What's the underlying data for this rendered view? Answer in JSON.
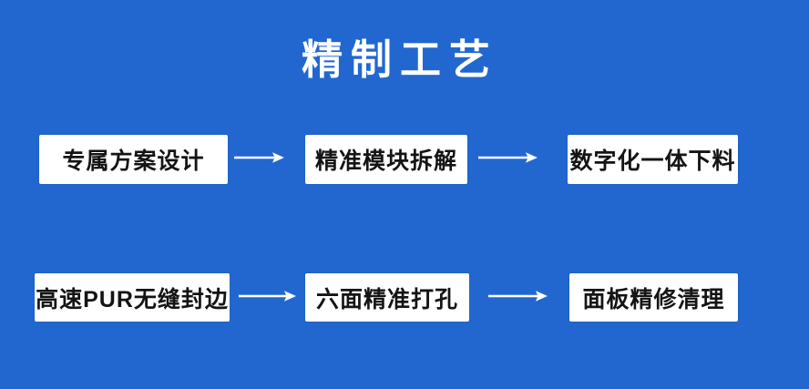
{
  "title": "精制工艺",
  "colors": {
    "background": "#2267D0",
    "box_background": "#FFFFFF",
    "box_text": "#141414",
    "title_text": "#FFFFFF",
    "arrow": "#FFFFFF"
  },
  "flow": {
    "rows": [
      {
        "steps": [
          {
            "label": "专属方案设计"
          },
          {
            "label": "精准模块拆解"
          },
          {
            "label": "数字化一体下料"
          }
        ]
      },
      {
        "steps": [
          {
            "label": "高速PUR无缝封边"
          },
          {
            "label": "六面精准打孔"
          },
          {
            "label": "面板精修清理"
          }
        ]
      }
    ]
  }
}
